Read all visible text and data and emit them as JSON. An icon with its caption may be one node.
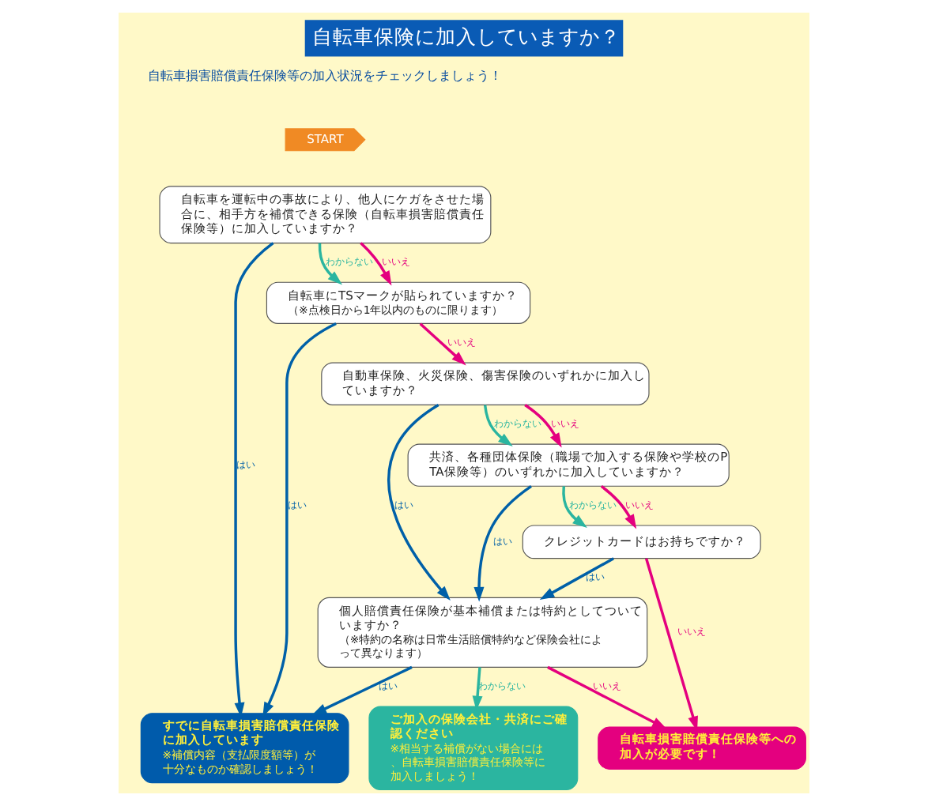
{
  "diagram": {
    "title": "自転車保険に加入していますか？",
    "nodes": [
      {
        "text": [
          "START"
        ]
      },
      {
        "text": [
          "自転車を運転中の事故により、他人にケガをさせた場合に、相手方を補償できる保険（自転車損害賠償責任保険等）に加入していますか？"
        ]
      },
      {
        "text": [
          "自転車にTSマークが貼られていますか？",
          "（※点検日から1年以内のものに限ります）"
        ]
      },
      {
        "text": [
          "自動車保険、火災保険、傷害保険のいずれかに加入していますか？"
        ]
      },
      {
        "text": [
          "共済、各種団体保険（職場で加入する保険や学校のPTA保険等）のいずれかに加入していますか？"
        ]
      },
      {
        "text": [
          "クレジットカードはお持ちですか？"
        ]
      },
      {
        "text": [
          "個人賠償責任保険が基本補償または特約としてついていますか？",
          "（※特約の名称は日常生活賠償特約など保険会社によって異なります）"
        ]
      },
      {
        "text": [
          "すでに自転車損害賠償責任保険に加入しています",
          "※補償内容（支払限度額等）が十分なものか確認しましょう！"
        ]
      },
      {
        "text": [
          "ご加入の保険会社・共済にご確認ください",
          "※相当する補償がない場合には、自転車損害賠償責任保険等に加入しましょう！"
        ]
      },
      {
        "text": [
          "自転車損害賠償責任保険等への加入が必要です！"
        ]
      }
    ],
    "edges": [
      {
        "from": 1,
        "to": 7,
        "arrow": "to",
        "label": "はい",
        "color": "#0060a8"
      },
      {
        "from": 1,
        "to": 2,
        "arrow": "to",
        "label": "わからない",
        "color": "#2bb5a0"
      },
      {
        "from": 1,
        "to": 2,
        "arrow": "to",
        "label": "いいえ",
        "color": "#e4007f"
      },
      {
        "from": 2,
        "to": 7,
        "arrow": "to",
        "label": "はい",
        "color": "#0060a8"
      },
      {
        "from": 2,
        "to": 3,
        "arrow": "to",
        "label": "いいえ",
        "color": "#e4007f"
      },
      {
        "from": 3,
        "to": 6,
        "arrow": "to",
        "label": "はい",
        "color": "#0060a8"
      },
      {
        "from": 3,
        "to": 4,
        "arrow": "to",
        "label": "わからない",
        "color": "#2bb5a0"
      },
      {
        "from": 3,
        "to": 4,
        "arrow": "to",
        "label": "いいえ",
        "color": "#e4007f"
      },
      {
        "from": 4,
        "to": 6,
        "arrow": "to",
        "label": "はい",
        "color": "#0060a8"
      },
      {
        "from": 4,
        "to": 5,
        "arrow": "to",
        "label": "わからない",
        "color": "#2bb5a0"
      },
      {
        "from": 4,
        "to": 5,
        "arrow": "to",
        "label": "いいえ",
        "color": "#e4007f"
      },
      {
        "from": 5,
        "to": 6,
        "arrow": "to",
        "label": "はい",
        "color": "#0060a8"
      },
      {
        "from": 5,
        "to": 9,
        "arrow": "to",
        "label": "いいえ",
        "color": "#e4007f"
      },
      {
        "from": 6,
        "to": 7,
        "arrow": "to",
        "label": "はい",
        "color": "#0060a8"
      },
      {
        "from": 6,
        "to": 8,
        "arrow": "to",
        "label": "わからない",
        "color": "#2bb5a0"
      },
      {
        "from": 6,
        "to": 9,
        "arrow": "to",
        "label": "いいえ",
        "color": "#e4007f"
      }
    ],
    "labels": [
      "自転車損害賠償責任保険等の加入状況をチェックしましょう！"
    ]
  }
}
